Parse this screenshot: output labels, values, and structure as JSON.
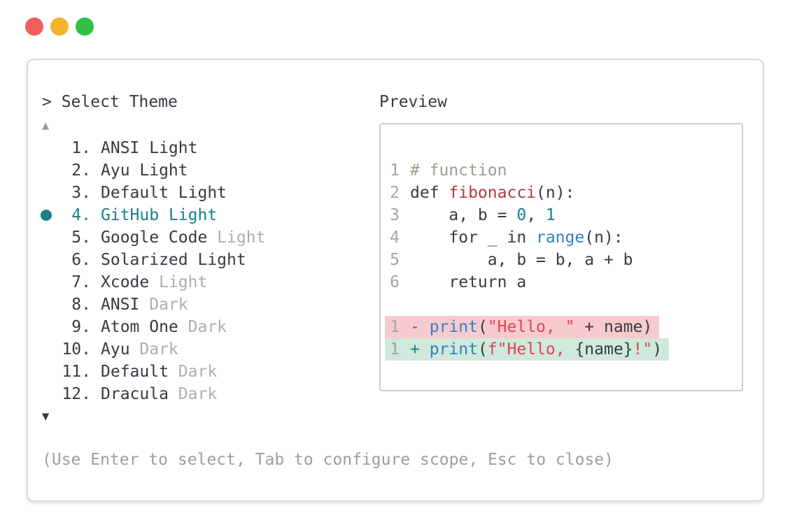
{
  "window_controls": {
    "close_color": "#f25f5a",
    "minimize_color": "#f3b32b",
    "zoom_color": "#2fc244"
  },
  "selector": {
    "prompt": "> ",
    "title": "Select Theme",
    "scroll_up_icon": "▲",
    "scroll_down_icon": "▼",
    "selected_item": "4. GitHub Light",
    "items": [
      {
        "num": "1.",
        "name": "ANSI",
        "variant": " Light",
        "selected": false
      },
      {
        "num": "2.",
        "name": "Ayu",
        "variant": " Light",
        "selected": false
      },
      {
        "num": "3.",
        "name": "Default",
        "variant": " Light",
        "selected": false
      },
      {
        "num": "4.",
        "name": "GitHub",
        "variant": " Light",
        "selected": true
      },
      {
        "num": "5.",
        "name": "Google Code",
        "variant": " Light",
        "selected": false
      },
      {
        "num": "6.",
        "name": "Solarized",
        "variant": " Light",
        "selected": false
      },
      {
        "num": "7.",
        "name": "Xcode",
        "variant": " Light",
        "selected": false
      },
      {
        "num": "8.",
        "name": "ANSI",
        "variant": " Dark",
        "selected": false
      },
      {
        "num": "9.",
        "name": "Atom One",
        "variant": " Dark",
        "selected": false
      },
      {
        "num": "10.",
        "name": "Ayu",
        "variant": " Dark",
        "selected": false
      },
      {
        "num": "11.",
        "name": "Default",
        "variant": " Dark",
        "selected": false
      },
      {
        "num": "12.",
        "name": "Dracula",
        "variant": " Dark",
        "selected": false
      }
    ],
    "hint": "(Use Enter to select, Tab to configure scope, Esc to close)"
  },
  "preview": {
    "label": "Preview",
    "lines": [
      {
        "ln": "1",
        "tokens": [
          {
            "t": "# function"
          }
        ]
      },
      {
        "ln": "2",
        "tokens": [
          {
            "t": "def "
          },
          {
            "t": "fibonacci"
          },
          {
            "t": "(n):"
          }
        ]
      },
      {
        "ln": "3",
        "tokens": [
          {
            "t": "    a, b = "
          },
          {
            "t": "0"
          },
          {
            "t": ", "
          },
          {
            "t": "1"
          }
        ]
      },
      {
        "ln": "4",
        "tokens": [
          {
            "t": "    for _ in "
          },
          {
            "t": "range"
          },
          {
            "t": "(n):"
          }
        ]
      },
      {
        "ln": "5",
        "tokens": [
          {
            "t": "        a, b = b, a + b"
          }
        ]
      },
      {
        "ln": "6",
        "tokens": [
          {
            "t": "    return a"
          }
        ]
      }
    ],
    "diff": [
      {
        "ln": "1",
        "sign": "- ",
        "tokens": [
          {
            "t": "print"
          },
          {
            "t": "("
          },
          {
            "t": "\"Hello, \""
          },
          {
            "t": " + name)"
          }
        ]
      },
      {
        "ln": "1",
        "sign": "+ ",
        "tokens": [
          {
            "t": "print"
          },
          {
            "t": "("
          },
          {
            "t": "f\"Hello, "
          },
          {
            "t": "{name}"
          },
          {
            "t": "!\""
          },
          {
            "t": ")"
          }
        ]
      }
    ]
  },
  "colors": {
    "accent_teal": "#1a7f88",
    "function_red": "#b03b3f",
    "string_red": "#e04357",
    "keyword_blue": "#3181c4",
    "comment_olive": "#9ba18c",
    "removed_bg": "#f7cbce",
    "added_bg": "#cfe9da",
    "muted_gray": "#aeaeae"
  }
}
